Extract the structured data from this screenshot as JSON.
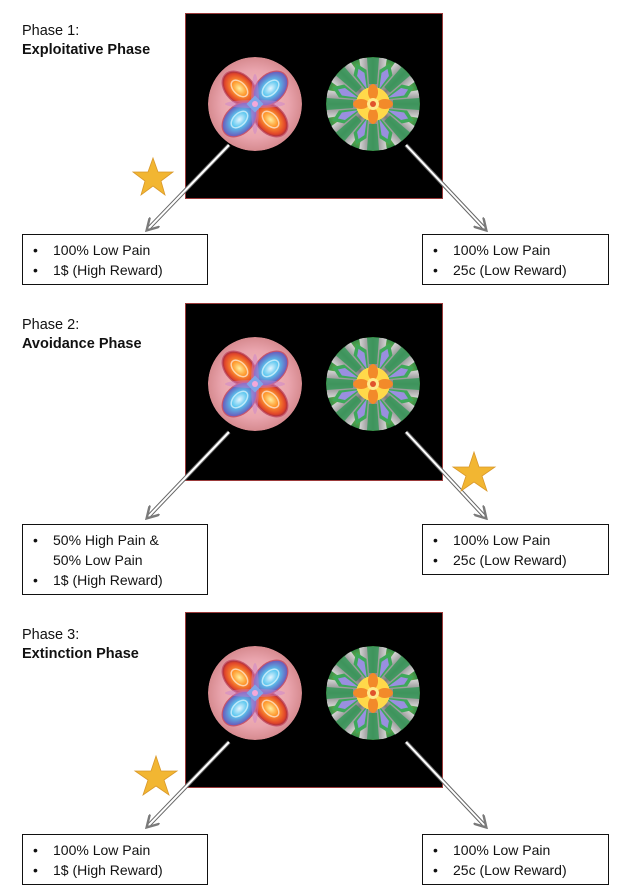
{
  "phases": [
    {
      "label": "Phase 1:",
      "name": "Exploitative Phase",
      "starred": "left",
      "left_option": {
        "items": [
          "100% Low Pain",
          "1$ (High Reward)"
        ]
      },
      "right_option": {
        "items": [
          "100% Low Pain",
          "25c (Low Reward)"
        ]
      }
    },
    {
      "label": "Phase 2:",
      "name": "Avoidance Phase",
      "starred": "right",
      "left_option": {
        "items": [
          "50% High Pain &",
          "50% Low Pain",
          "1$ (High Reward)"
        ]
      },
      "right_option": {
        "items": [
          "100% Low Pain",
          "25c (Low Reward)"
        ]
      }
    },
    {
      "label": "Phase 3:",
      "name": "Extinction Phase",
      "starred": "left",
      "left_option": {
        "items": [
          "100% Low Pain",
          "1$ (High Reward)"
        ]
      },
      "right_option": {
        "items": [
          "100% Low Pain",
          "25c (Low Reward)"
        ]
      }
    }
  ],
  "colors": {
    "screen": "#000000",
    "screen_border": "#9b3a3a",
    "star": "#f2b632",
    "arrow": "#ffffff"
  },
  "icons": {
    "star": "star-icon",
    "arrow": "arrow-icon",
    "stimulus_a": "fractal-stimulus-orange-blue",
    "stimulus_b": "fractal-stimulus-green-yellow"
  }
}
